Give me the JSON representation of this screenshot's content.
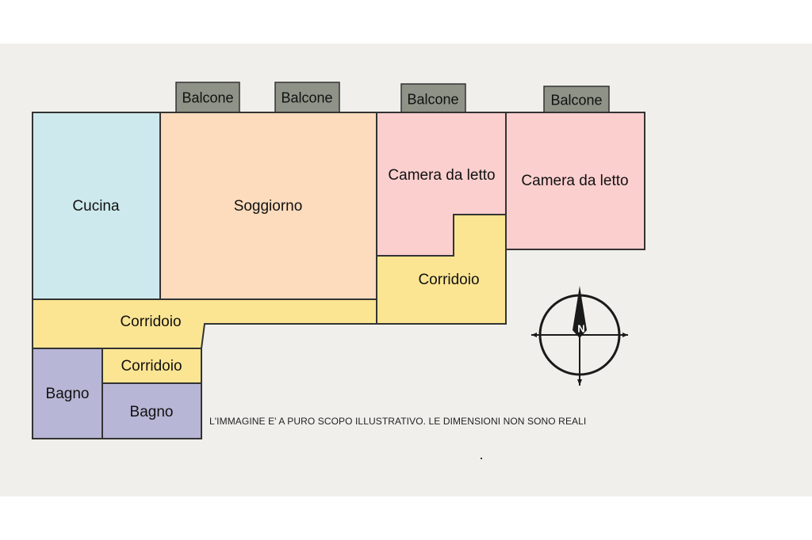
{
  "colors": {
    "background": "#f0efeb",
    "wall": "#333333",
    "kitchen": "#cde9ee",
    "living": "#fcdcbd",
    "bedroom": "#fccfcf",
    "corridor": "#fce592",
    "bathroom": "#b8b6d6",
    "balcony": "#8f9287"
  },
  "balconies": [
    {
      "label": "Balcone"
    },
    {
      "label": "Balcone"
    },
    {
      "label": "Balcone"
    },
    {
      "label": "Balcone"
    }
  ],
  "rooms": {
    "kitchen": {
      "label": "Cucina"
    },
    "living": {
      "label": "Soggiorno"
    },
    "bedroom_1": {
      "label": "Camera da letto"
    },
    "bedroom_2": {
      "label": "Camera da letto"
    },
    "corridor_right": {
      "label": "Corridoio"
    },
    "corridor_main": {
      "label": "Corridoio"
    },
    "corridor_small": {
      "label": "Corridoio"
    },
    "bathroom_1": {
      "label": "Bagno"
    },
    "bathroom_2": {
      "label": "Bagno"
    }
  },
  "compass": {
    "north_label": "N",
    "north_icon": "compass-rose-icon"
  },
  "disclaimer": "L'IMMAGINE E' A PURO SCOPO ILLUSTRATIVO. LE DIMENSIONI NON SONO REALI"
}
